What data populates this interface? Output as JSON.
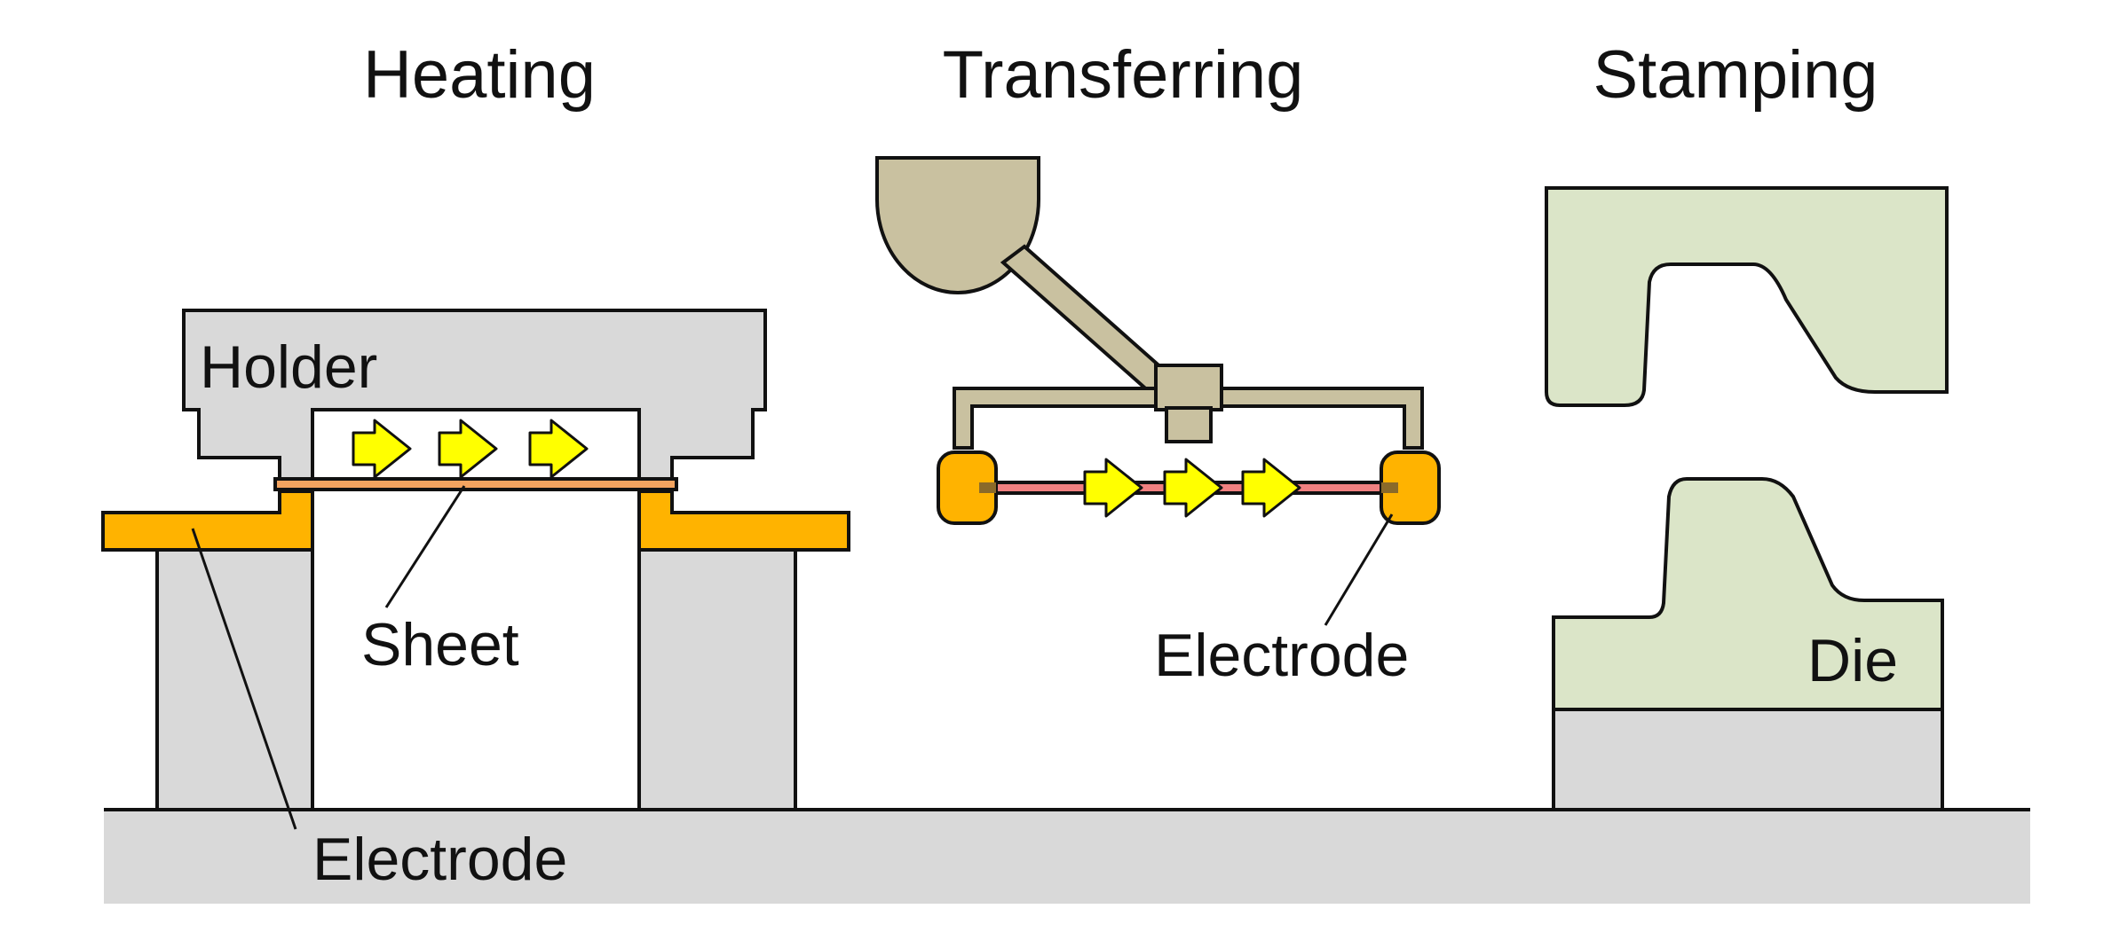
{
  "stages": {
    "heating": {
      "title": "Heating"
    },
    "transferring": {
      "title": "Transferring"
    },
    "stamping": {
      "title": "Stamping"
    }
  },
  "labels": {
    "holder": "Holder",
    "sheet": "Sheet",
    "electrode_heating": "Electrode",
    "electrode_transfer": "Electrode",
    "die": "Die"
  },
  "colors": {
    "holder_gray": "#d9d9d9",
    "base_gray": "#d9d9d9",
    "electrode_orange": "#ffb300",
    "sheet_orange": "#f4a460",
    "robot_tan": "#c9c1a0",
    "transfer_sheet_pink": "#f08080",
    "die_green": "#dbe5c8",
    "arrow_yellow": "#ffff00"
  },
  "icons": [
    "current-arrow-icon"
  ]
}
